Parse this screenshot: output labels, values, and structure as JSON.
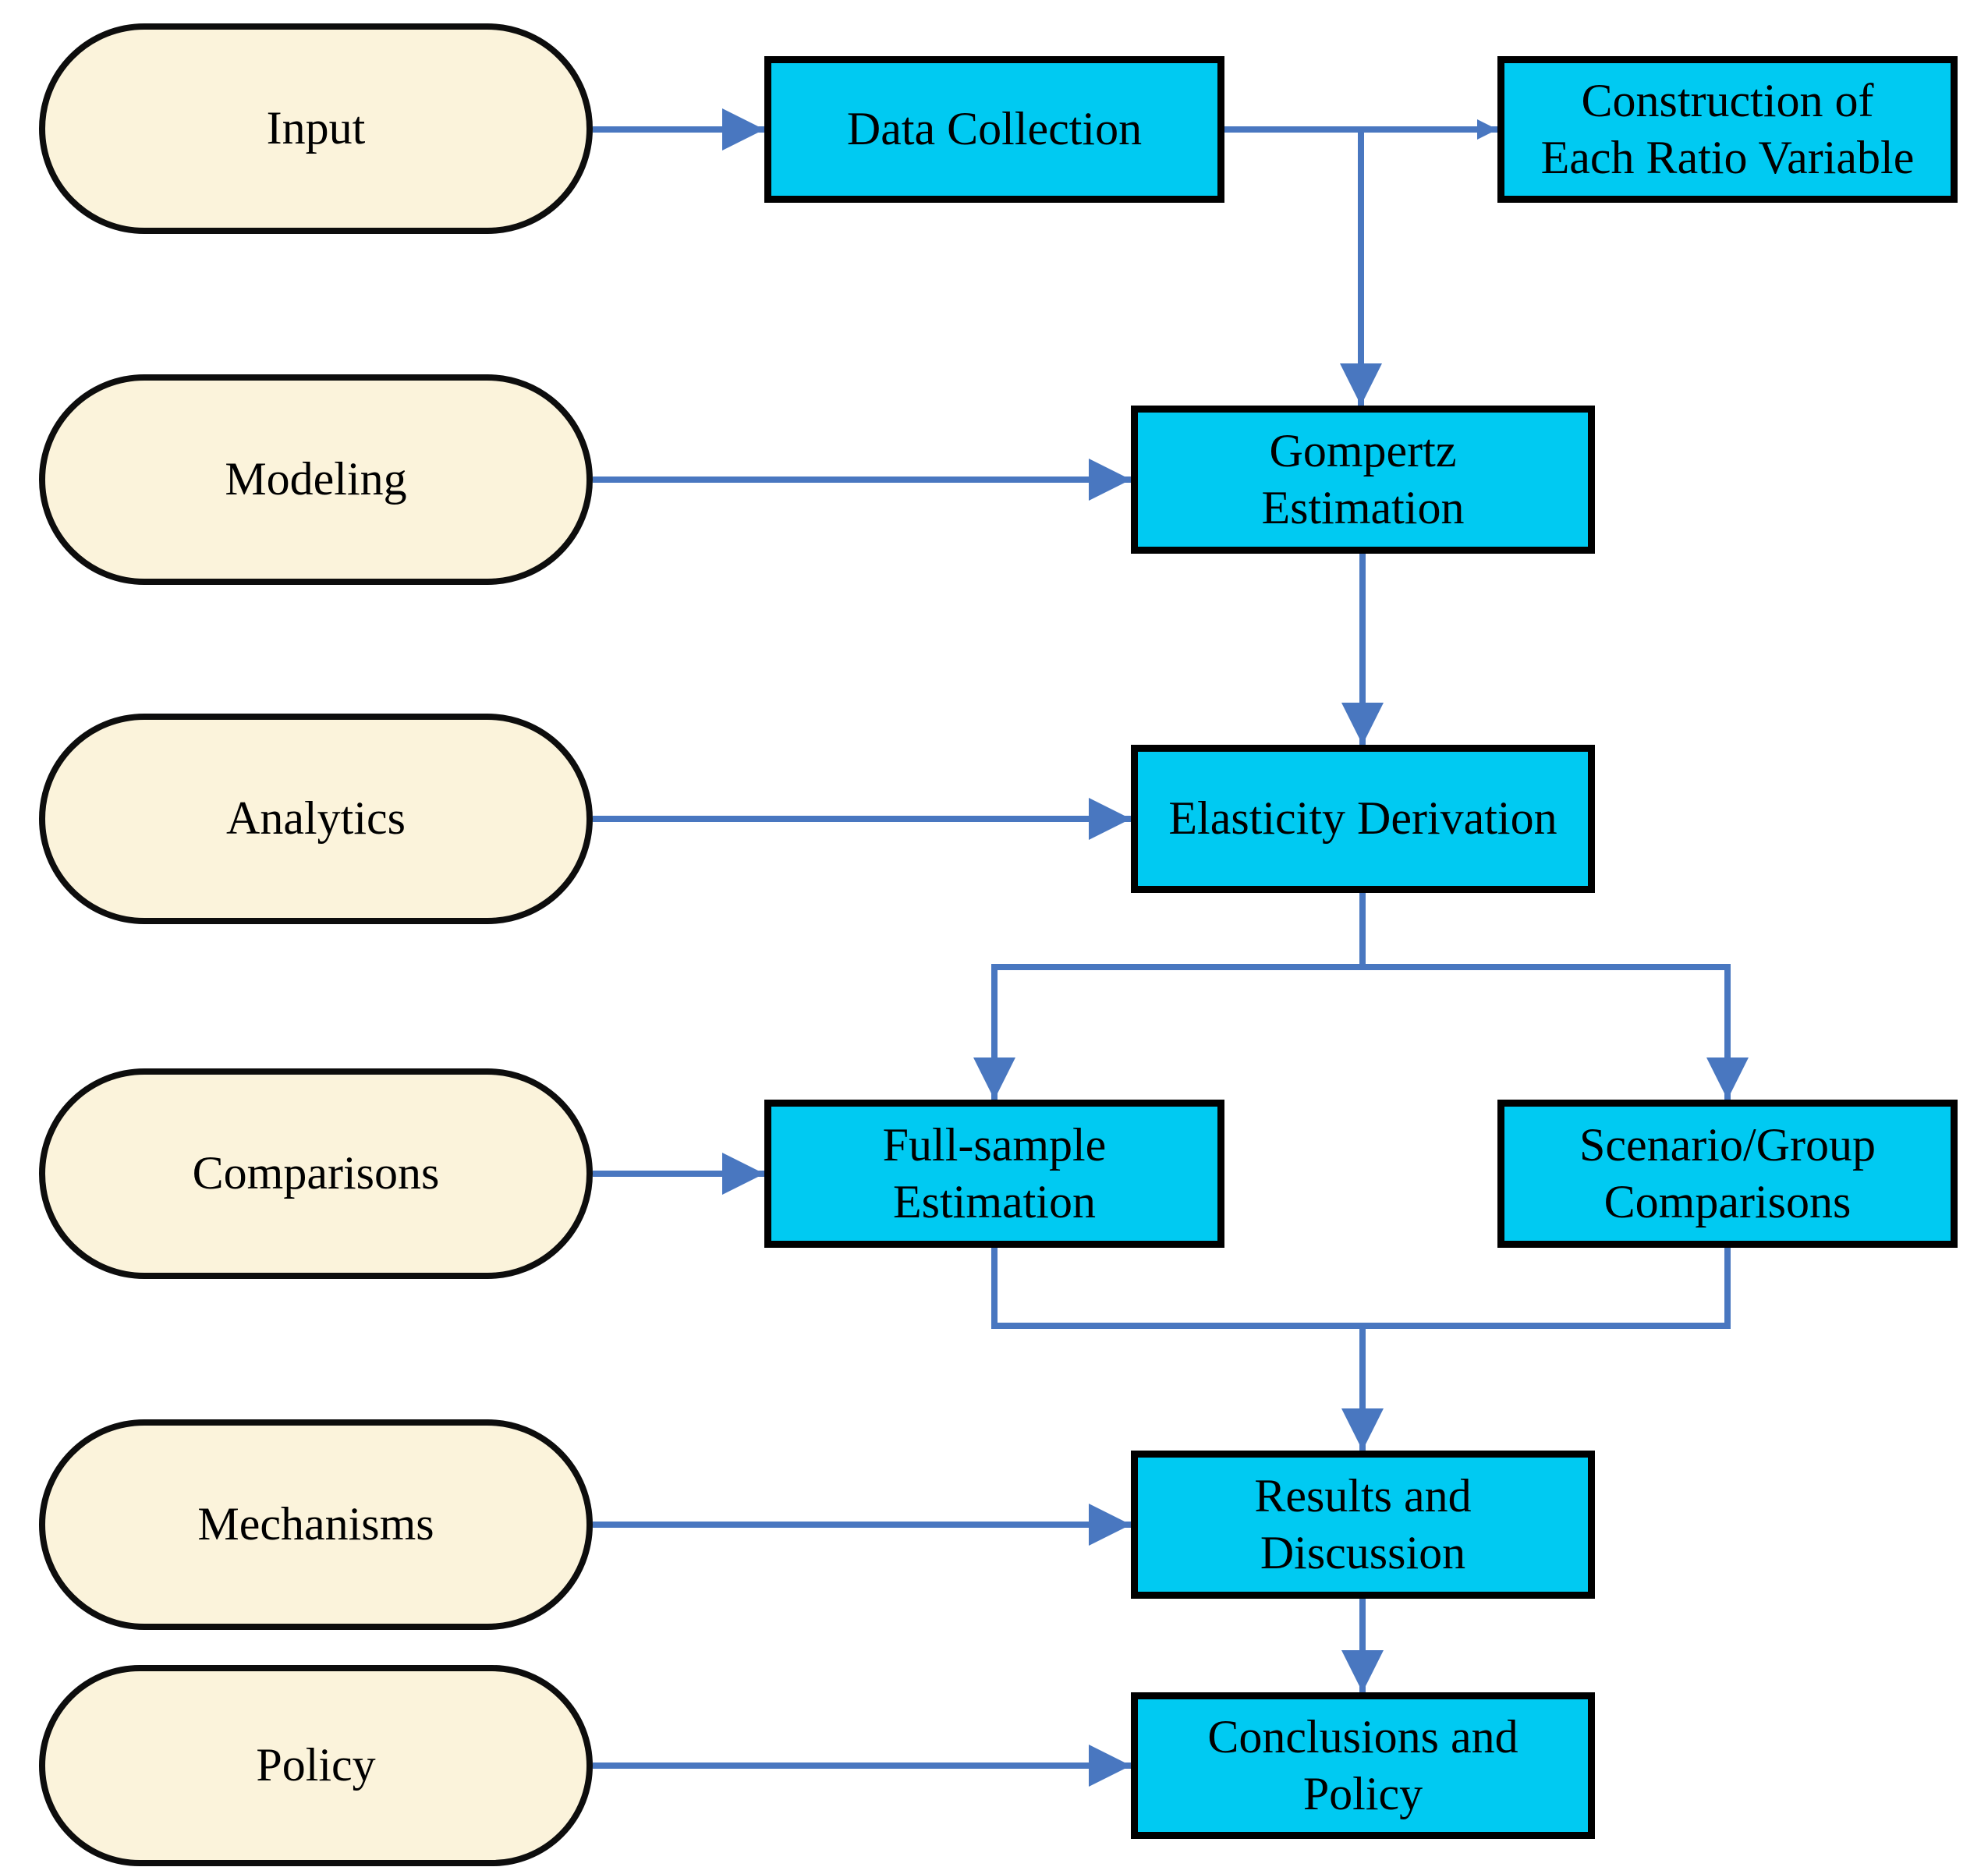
{
  "theme": {
    "stadium_fill": "#FBF3DB",
    "box_fill": "#00CAF2",
    "arrow": "#4977C0",
    "ink": "#000000",
    "border": "#0D0D0D"
  },
  "lanes": [
    {
      "label": "Input"
    },
    {
      "label": "Modeling"
    },
    {
      "label": "Analytics"
    },
    {
      "label": "Comparisons"
    },
    {
      "label": "Mechanisms"
    },
    {
      "label": "Policy"
    }
  ],
  "steps": [
    {
      "label": "Data Collection"
    },
    {
      "label": "Construction of\nEach Ratio Variable"
    },
    {
      "label": "Gompertz\nEstimation"
    },
    {
      "label": "Elasticity Derivation"
    },
    {
      "label": "Full-sample\nEstimation"
    },
    {
      "label": "Scenario/Group\nComparisons"
    },
    {
      "label": "Results and\nDiscussion"
    },
    {
      "label": "Conclusions and\nPolicy"
    }
  ]
}
